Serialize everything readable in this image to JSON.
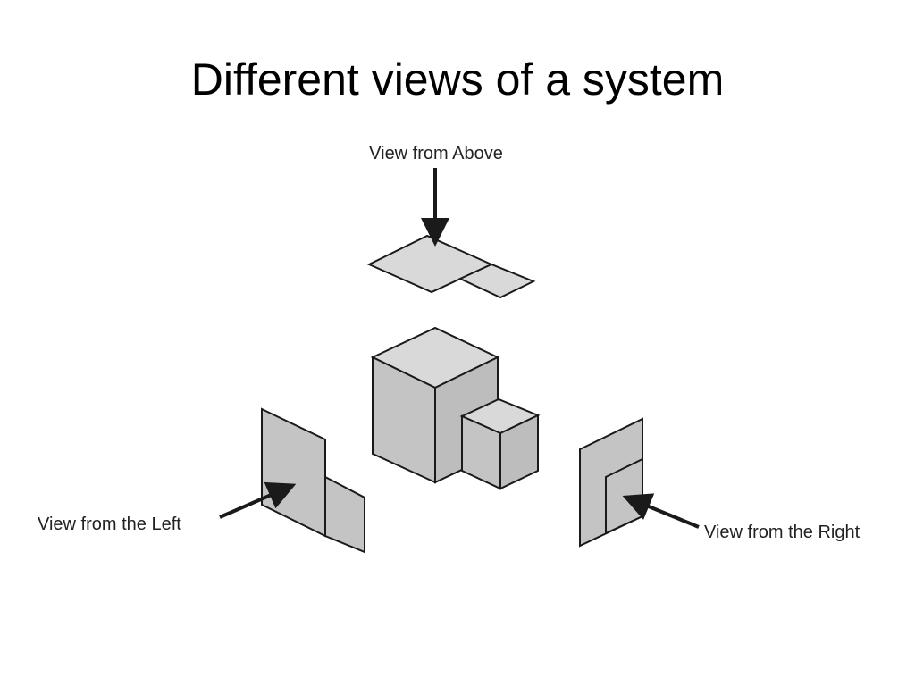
{
  "slide": {
    "title": "Different views of a system"
  },
  "diagram": {
    "labels": {
      "above": "View from Above",
      "left": "View from the Left",
      "right": "View from the Right"
    },
    "colors": {
      "face_light": "#d9d9d9",
      "face_mid": "#c4c4c4",
      "face_dark": "#bdbdbd",
      "stroke": "#1a1a1a"
    }
  }
}
